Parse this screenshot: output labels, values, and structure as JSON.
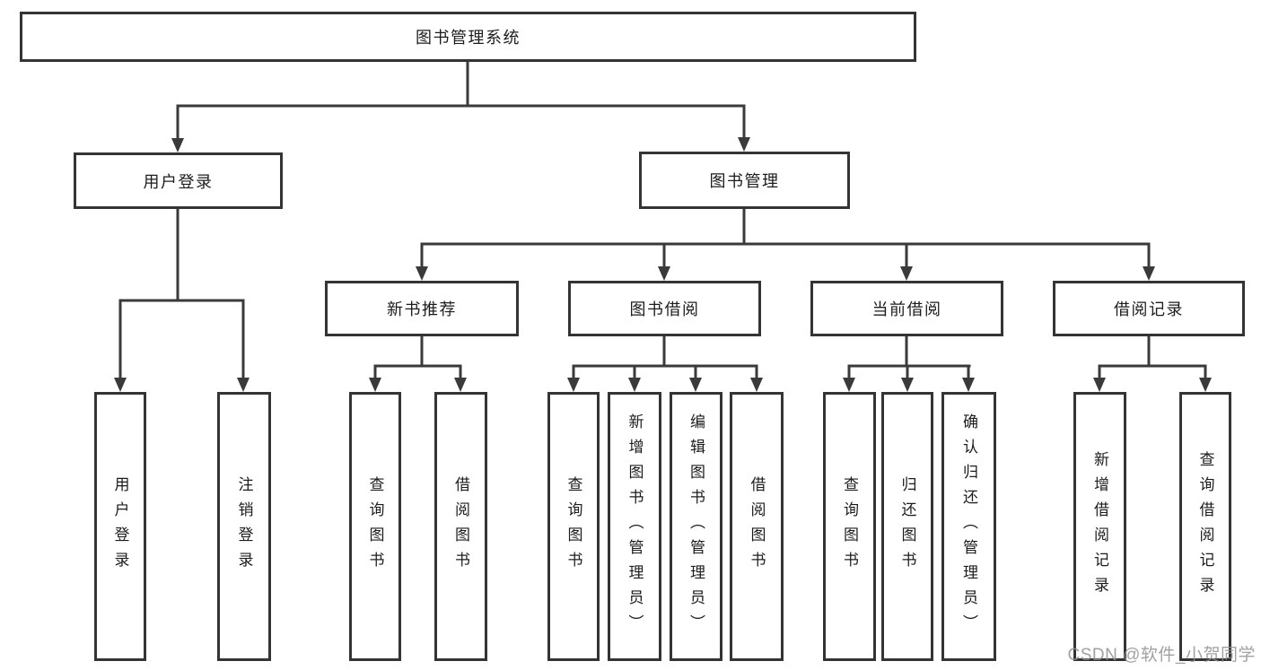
{
  "tree": {
    "root": "图书管理系统",
    "branches": [
      {
        "label": "用户登录",
        "leaves": [
          "用户登录",
          "注销登录"
        ]
      },
      {
        "label": "图书管理",
        "groups": [
          {
            "label": "新书推荐",
            "leaves": [
              "查询图书",
              "借阅图书"
            ]
          },
          {
            "label": "图书借阅",
            "leaves": [
              "查询图书",
              "新增图书（管理员）",
              "编辑图书（管理员）",
              "借阅图书"
            ]
          },
          {
            "label": "当前借阅",
            "leaves": [
              "查询图书",
              "归还图书",
              "确认归还（管理员）"
            ]
          },
          {
            "label": "借阅记录",
            "leaves": [
              "新增借阅记录",
              "查询借阅记录"
            ]
          }
        ]
      }
    ]
  },
  "watermark": "CSDN @软件_小贺同学",
  "colors": {
    "line": "#3a3a3a",
    "box_border": "#343434",
    "text": "#1c1c1c",
    "watermark": "#919191",
    "background": "#ffffff"
  }
}
